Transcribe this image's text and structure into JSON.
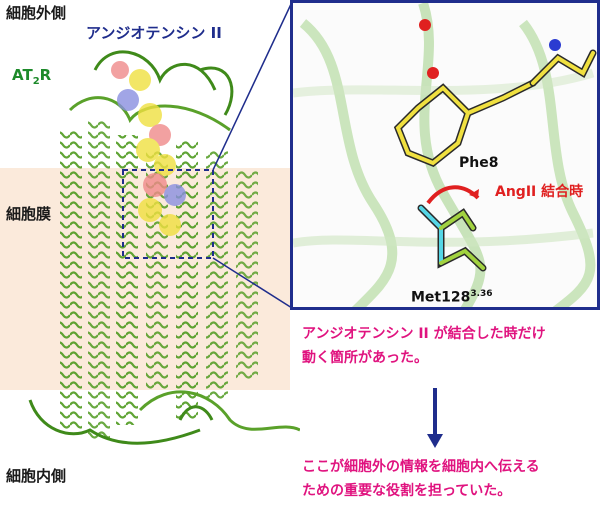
{
  "labels": {
    "extracellular": "細胞外側",
    "membrane": "細胞膜",
    "intracellular": "細胞内側",
    "ligand": "アンジオテンシン II",
    "receptor_main": "AT",
    "receptor_sub": "2",
    "receptor_end": "R"
  },
  "inset": {
    "phe": "Phe8",
    "met_main": "Met128",
    "met_sup": "3.36",
    "angII": "AngII 結合時"
  },
  "notes": {
    "line1": "アンジオテンシン II が結合した時だけ",
    "line2": "動く箇所があった。",
    "line3": "ここが細胞外の情報を細胞内へ伝える",
    "line4": "ための重要な役割を担っていた。"
  },
  "colors": {
    "protein": "#4e9a1f",
    "ligand": "#f0e040",
    "dashed": "#1f2d8c",
    "accent": "#e0137f",
    "arrow": "#e02020"
  }
}
